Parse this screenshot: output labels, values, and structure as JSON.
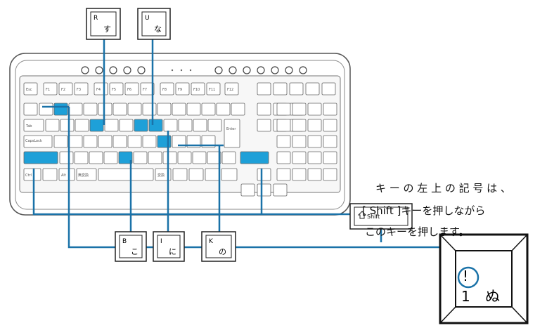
{
  "callout_keys": {
    "r": {
      "latin": "R",
      "kana": "す"
    },
    "u": {
      "latin": "U",
      "kana": "な"
    },
    "b": {
      "latin": "B",
      "kana": "こ"
    },
    "i": {
      "latin": "I",
      "kana": "に"
    },
    "k": {
      "latin": "K",
      "kana": "の"
    },
    "shift": {
      "label": "Shift",
      "icon": "shift-arrow-icon"
    },
    "one": {
      "symbol": "!",
      "number": "1",
      "kana": "ぬ"
    }
  },
  "note": {
    "line1": "キ ー の 左 上 の 記 号 は 、",
    "line2": "[ Shift ]キーを押しながら",
    "line3": "このキーを押します。"
  },
  "keyboard": {
    "function_row": [
      "Esc",
      "F1",
      "F2",
      "F3",
      "F4",
      "F5",
      "F6",
      "F7",
      "F8",
      "F9",
      "F10",
      "F11",
      "F12"
    ],
    "caps_label": "CapsLock",
    "tab_label": "Tab",
    "enter_label": "Enter",
    "ctrl_label": "Ctrl",
    "alt_label": "Alt",
    "henkan_label": "変換",
    "muhenkan_label": "無変換"
  },
  "colors": {
    "highlight": "#1ea0d8",
    "leader": "#1a72a8",
    "outline": "#222222"
  }
}
